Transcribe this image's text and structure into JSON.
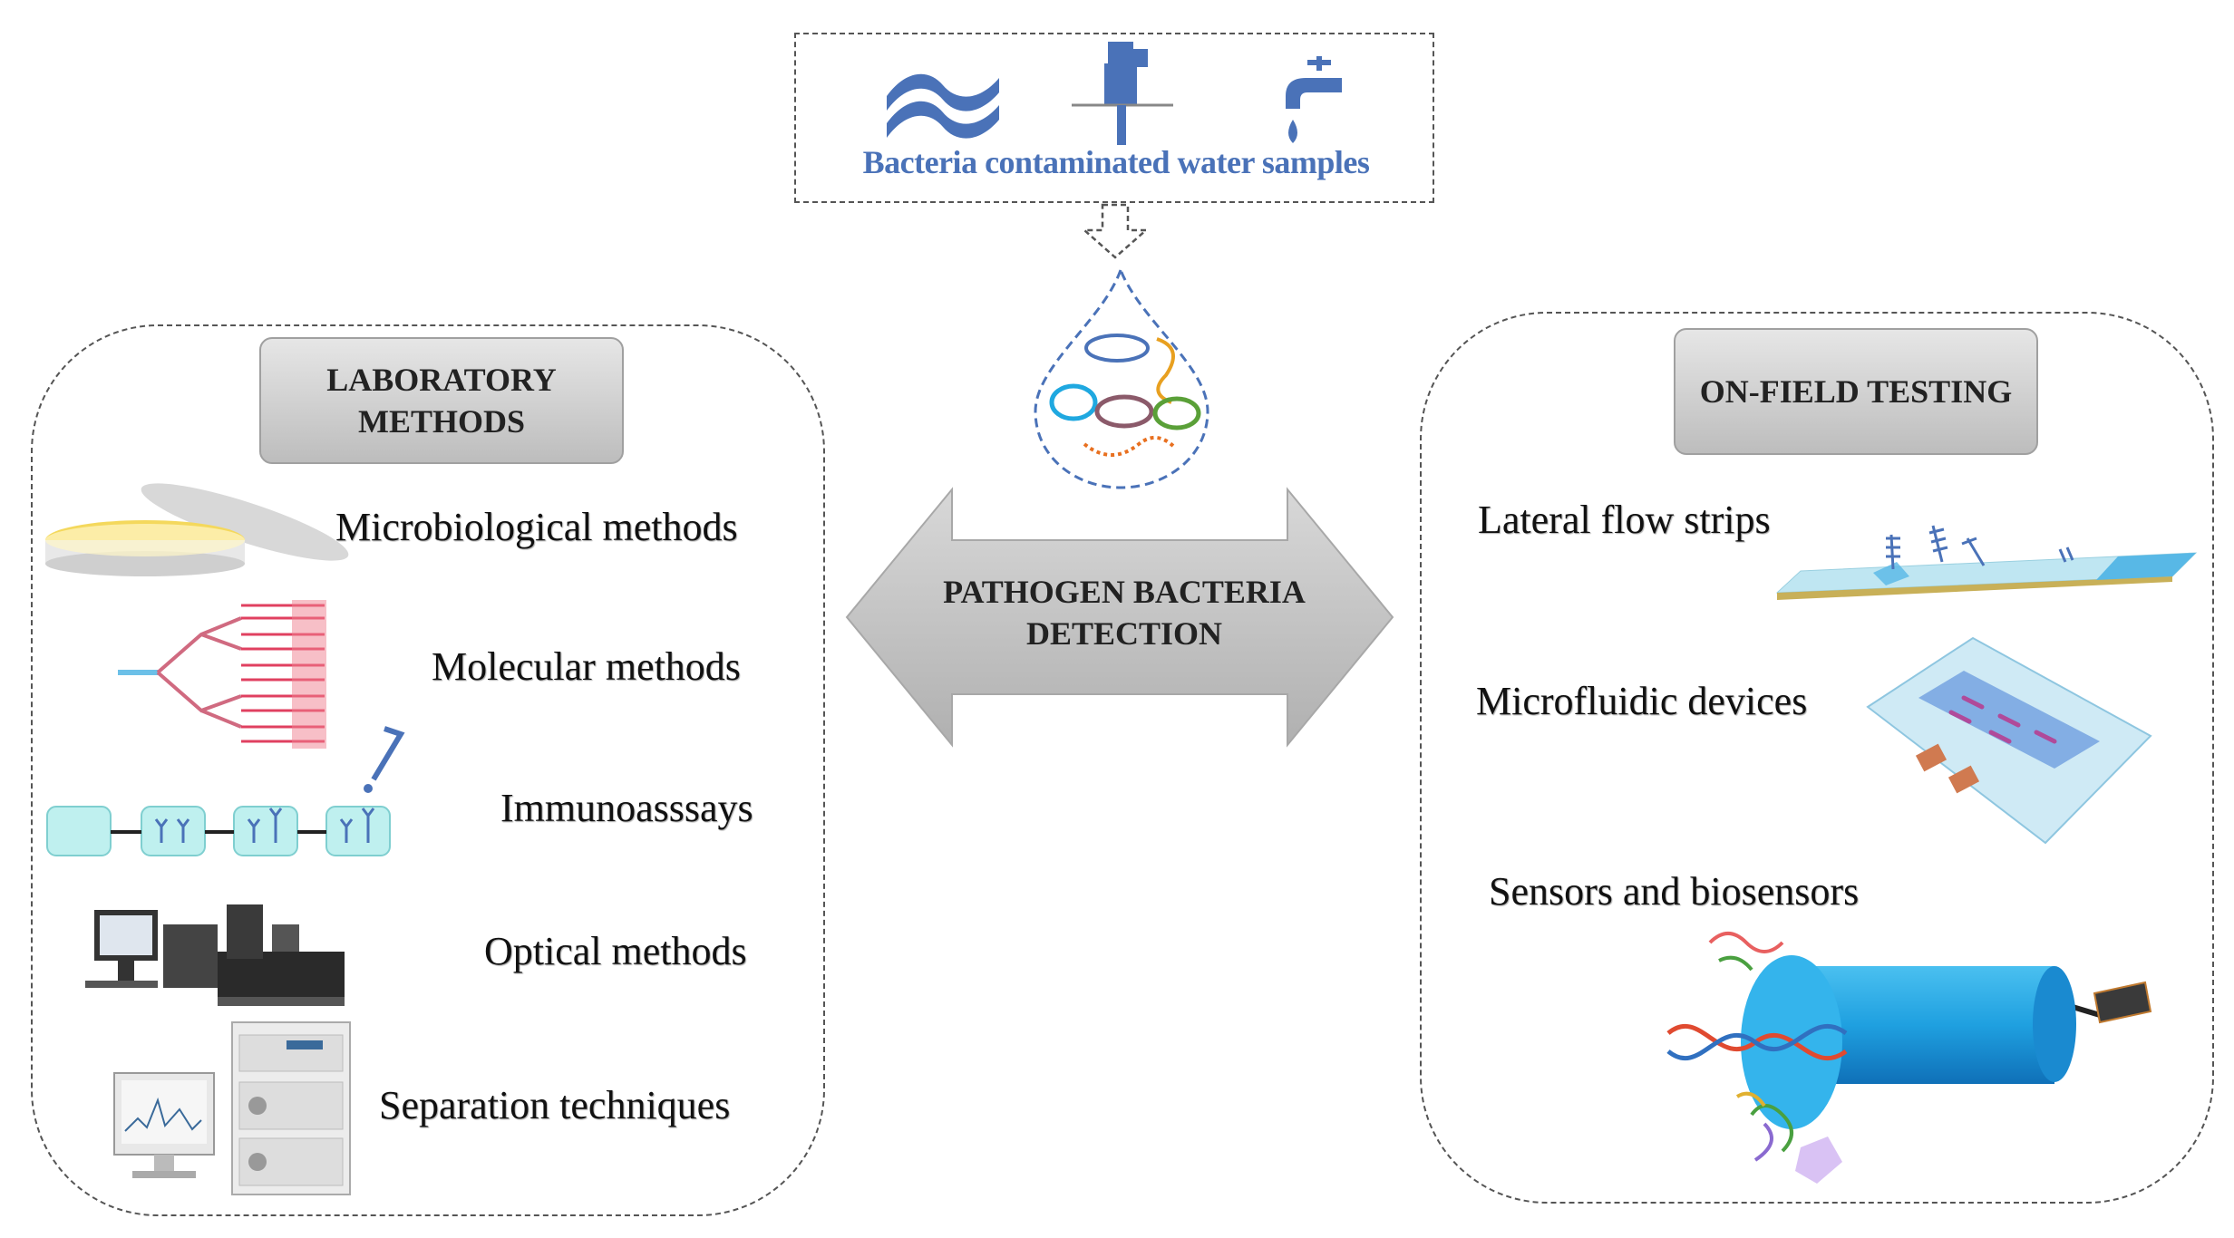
{
  "source": {
    "caption": "Bacteria contaminated water samples",
    "icons": [
      "water-waves-icon",
      "sampling-pipe-icon",
      "faucet-icon"
    ]
  },
  "center": {
    "label": "PATHOGEN BACTERIA DETECTION"
  },
  "laboratory": {
    "header": "LABORATORY METHODS",
    "items": [
      {
        "label": "Microbiological methods",
        "icon": "petri-dish-icon"
      },
      {
        "label": "Molecular methods",
        "icon": "dna-amplification-icon"
      },
      {
        "label": "Immunoasssays",
        "icon": "immunoassay-wells-icon"
      },
      {
        "label": "Optical methods",
        "icon": "microscope-workstation-icon"
      },
      {
        "label": "Separation techniques",
        "icon": "chromatography-system-icon"
      }
    ]
  },
  "onfield": {
    "header": "ON-FIELD TESTING",
    "items": [
      {
        "label": "Lateral flow strips",
        "icon": "lateral-flow-strip-icon"
      },
      {
        "label": "Microfluidic  devices",
        "icon": "microfluidic-chip-icon"
      },
      {
        "label": "Sensors and biosensors",
        "icon": "biosensor-cylinder-icon"
      }
    ]
  },
  "colors": {
    "accent_blue": "#4a72b8",
    "arrow_gray": "#c4c4c4",
    "cyan": "#1fa8e0"
  }
}
